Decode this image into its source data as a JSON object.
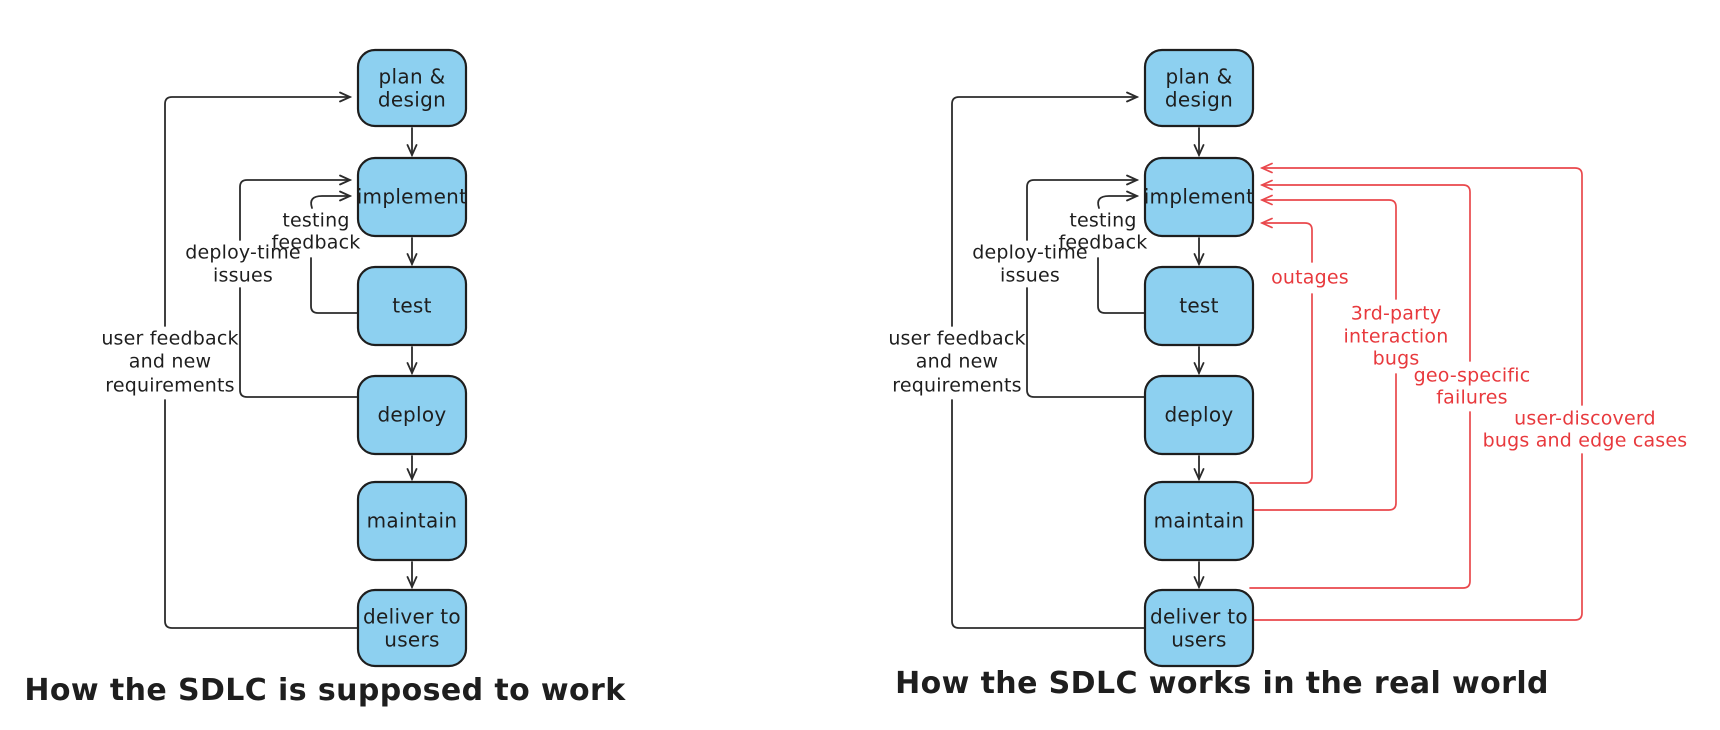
{
  "colors": {
    "node_fill": "#8dd0f0",
    "node_stroke": "#1e1e1e",
    "flow_arrow": "#2b2b2b",
    "failure_red": "#e8393d",
    "background": "#ffffff"
  },
  "left_diagram": {
    "caption": "How the SDLC is supposed to work",
    "nodes": {
      "plan_design": {
        "line1": "plan &",
        "line2": "design"
      },
      "implement": {
        "label": "implement"
      },
      "test": {
        "label": "test"
      },
      "deploy": {
        "label": "deploy"
      },
      "maintain": {
        "label": "maintain"
      },
      "deliver": {
        "line1": "deliver to",
        "line2": "users"
      }
    },
    "edge_labels": {
      "testing_feedback": {
        "line1": "testing",
        "line2": "feedback"
      },
      "deploy_time": {
        "line1": "deploy-time",
        "line2": "issues"
      },
      "user_feedback": {
        "line1": "user feedback",
        "line2": "and new",
        "line3": "requirements"
      }
    }
  },
  "right_diagram": {
    "caption": "How the SDLC works in the real world",
    "nodes": {
      "plan_design": {
        "line1": "plan &",
        "line2": "design"
      },
      "implement": {
        "label": "implement"
      },
      "test": {
        "label": "test"
      },
      "deploy": {
        "label": "deploy"
      },
      "maintain": {
        "label": "maintain"
      },
      "deliver": {
        "line1": "deliver to",
        "line2": "users"
      }
    },
    "edge_labels": {
      "testing_feedback": {
        "line1": "testing",
        "line2": "feedback"
      },
      "deploy_time": {
        "line1": "deploy-time",
        "line2": "issues"
      },
      "user_feedback": {
        "line1": "user feedback",
        "line2": "and new",
        "line3": "requirements"
      }
    },
    "failure_labels": {
      "outages": {
        "line1": "outages"
      },
      "third_party": {
        "line1": "3rd-party",
        "line2": "interaction",
        "line3": "bugs"
      },
      "geo_specific": {
        "line1": "geo-specific",
        "line2": "failures"
      },
      "user_discovered": {
        "line1": "user-discoverd",
        "line2": "bugs and edge cases"
      }
    }
  }
}
